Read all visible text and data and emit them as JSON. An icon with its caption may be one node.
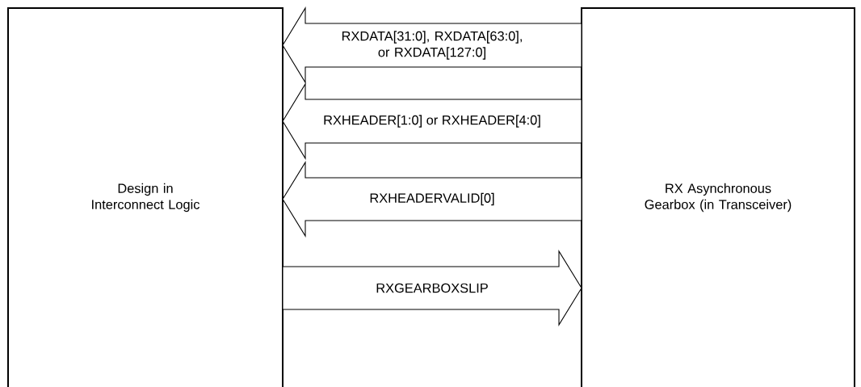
{
  "diagram": {
    "nodes": [
      {
        "text": [
          "Design in Interconnect Logic"
        ]
      },
      {
        "text": [
          "RX Asynchronous Gearbox (in Transceiver)"
        ]
      }
    ],
    "edges": [
      {
        "from": 1,
        "to": 0,
        "arrow": "to",
        "label": "RXDATA[31:0], RXDATA[63:0], or RXDATA[127:0]"
      },
      {
        "from": 1,
        "to": 0,
        "arrow": "to",
        "label": "RXHEADER[1:0] or RXHEADER[4:0]"
      },
      {
        "from": 1,
        "to": 0,
        "arrow": "to",
        "label": "RXHEADERVALID[0]"
      },
      {
        "from": 0,
        "to": 1,
        "arrow": "to",
        "label": "RXGEARBOXSLIP"
      }
    ]
  }
}
